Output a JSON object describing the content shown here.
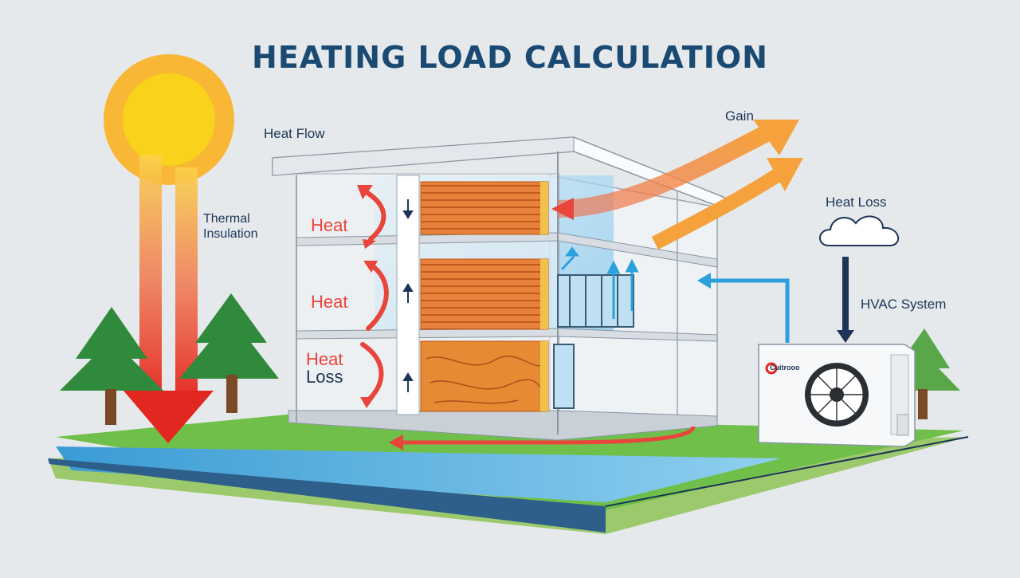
{
  "title": "HEATING LOAD CALCULATION",
  "labels": {
    "heat_flow": "Heat Flow",
    "thermal_insulation_line1": "Thermal",
    "thermal_insulation_line2": "Insulation",
    "gain": "Gain",
    "heat_loss_right": "Heat Loss",
    "hvac_system": "HVAC System",
    "floor_top": "Heat",
    "floor_middle": "Heat",
    "floor_bottom_line1": "Heat",
    "floor_bottom_line2": "Loss",
    "unit_brand": "Cuitrooo"
  },
  "colors": {
    "title": "#1a4a72",
    "heat_red": "#e8453c",
    "gain_orange": "#f39a3a",
    "hvac_blue": "#2aa0dc",
    "insulation_orange": "#e67e2e",
    "grass": "#6fbf4a",
    "water": "#4aa7d8",
    "sun": "#f7c31b"
  },
  "icons": [
    "sun-icon",
    "cloud-icon",
    "tree-icon",
    "fan-icon",
    "arrow-icon"
  ]
}
